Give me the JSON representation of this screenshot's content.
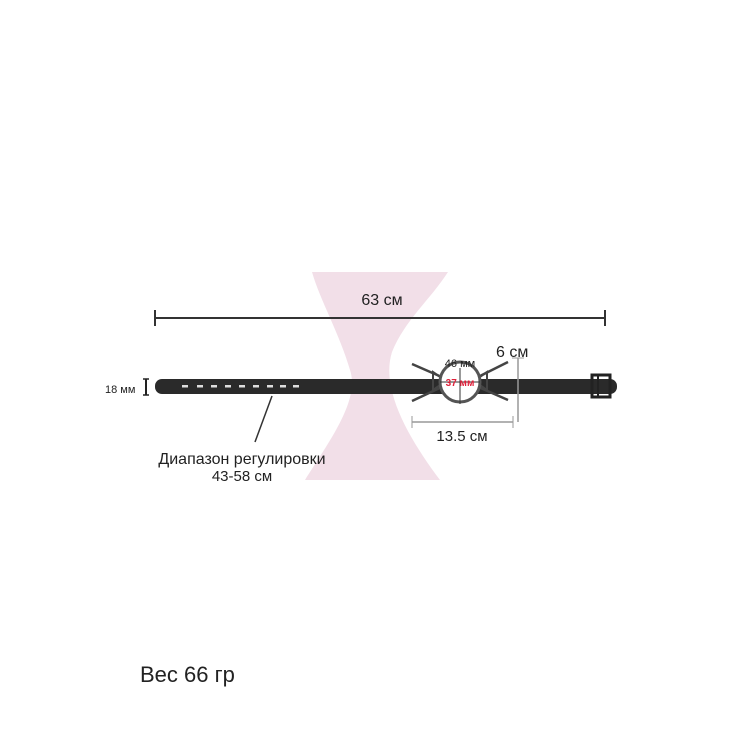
{
  "dimensions": {
    "total_length": "63 см",
    "strap_width": "18 мм",
    "adjust_range_label": "Диапазон регулировки",
    "adjust_range_value": "43-58 см",
    "ring_outer": "46 мм",
    "ring_inner": "37 мм",
    "height": "6 см",
    "gag_width": "13.5 см"
  },
  "weight": "Вес 66 гр",
  "colors": {
    "background": "#ffffff",
    "logo_pink": "#f2dfe8",
    "strap": "#2a2a2a",
    "accent_red": "#e0203a"
  }
}
